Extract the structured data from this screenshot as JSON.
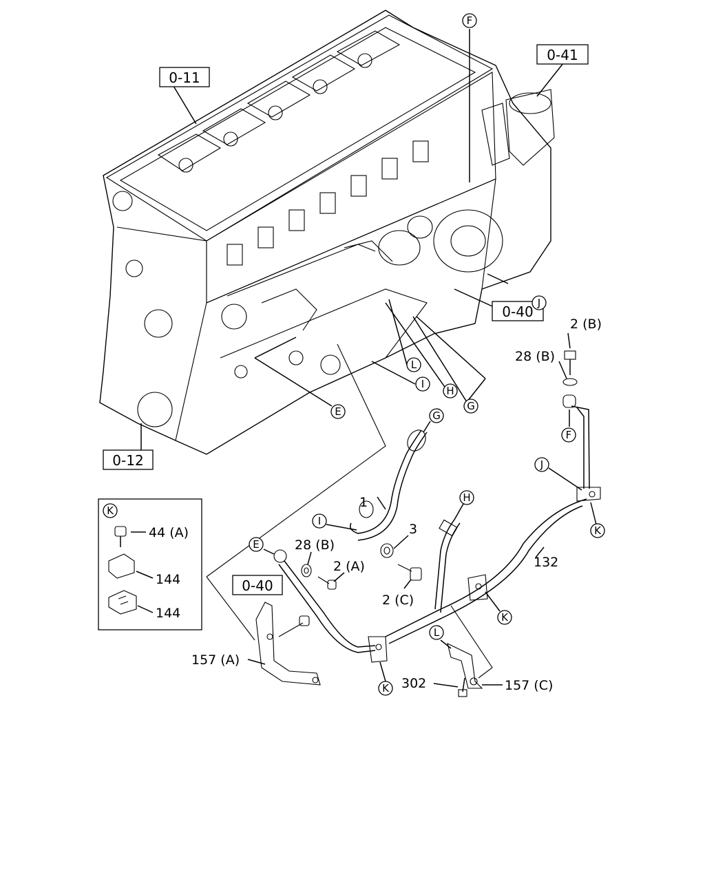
{
  "refs": {
    "r011": "0-11",
    "r041": "0-41",
    "r040a": "0-40",
    "r012": "0-12",
    "r040b": "0-40"
  },
  "callouts": {
    "F_top": "F",
    "J_engine": "J",
    "L_engine": "L",
    "I_engine": "I",
    "H_engine": "H",
    "G_engine": "G",
    "E_engine": "E",
    "G_pipe": "G",
    "F_pipe": "F",
    "J_pipe": "J",
    "K_pipe": "K",
    "I_pipe": "I",
    "H_pipe": "H",
    "E_pipe": "E",
    "K_mid": "K",
    "L_bracket": "L",
    "K_bottom": "K",
    "K_inset": "K"
  },
  "parts": {
    "p2B": "2 (B)",
    "p28B_right": "28 (B)",
    "p1": "1",
    "p3": "3",
    "p28B_left": "28 (B)",
    "p2A": "2 (A)",
    "p2C": "2 (C)",
    "p132": "132",
    "p157A": "157 (A)",
    "p302": "302",
    "p157C": "157 (C)",
    "p44A": "44 (A)",
    "p144a": "144",
    "p144b": "144"
  }
}
